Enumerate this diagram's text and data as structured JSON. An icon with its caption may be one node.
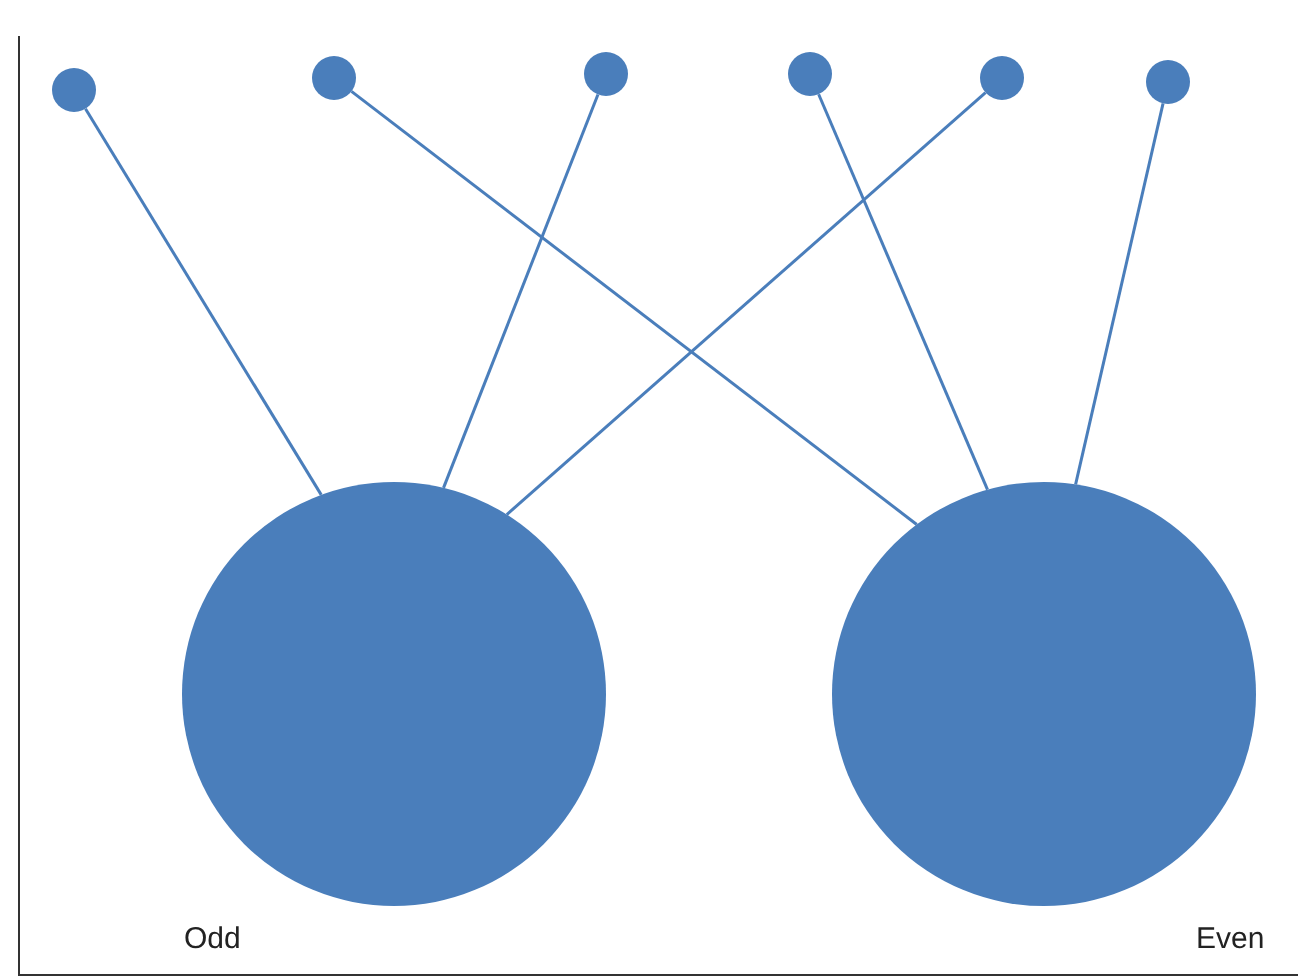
{
  "diagram": {
    "nodes": [
      {
        "text": [],
        "shape": "circle"
      },
      {
        "text": [],
        "shape": "circle"
      },
      {
        "text": [],
        "shape": "circle"
      },
      {
        "text": [],
        "shape": "circle"
      },
      {
        "text": [],
        "shape": "circle"
      },
      {
        "text": [],
        "shape": "circle"
      },
      {
        "text": [],
        "shape": "circle",
        "beside": [
          "Odd"
        ]
      },
      {
        "text": [],
        "shape": "circle",
        "beside": [
          "Even"
        ]
      }
    ],
    "edges": [
      {
        "from": 0,
        "to": 6,
        "arrow": "none"
      },
      {
        "from": 1,
        "to": 7,
        "arrow": "none"
      },
      {
        "from": 2,
        "to": 6,
        "arrow": "none"
      },
      {
        "from": 3,
        "to": 7,
        "arrow": "none"
      },
      {
        "from": 4,
        "to": 6,
        "arrow": "none"
      },
      {
        "from": 5,
        "to": 7,
        "arrow": "none"
      }
    ]
  }
}
